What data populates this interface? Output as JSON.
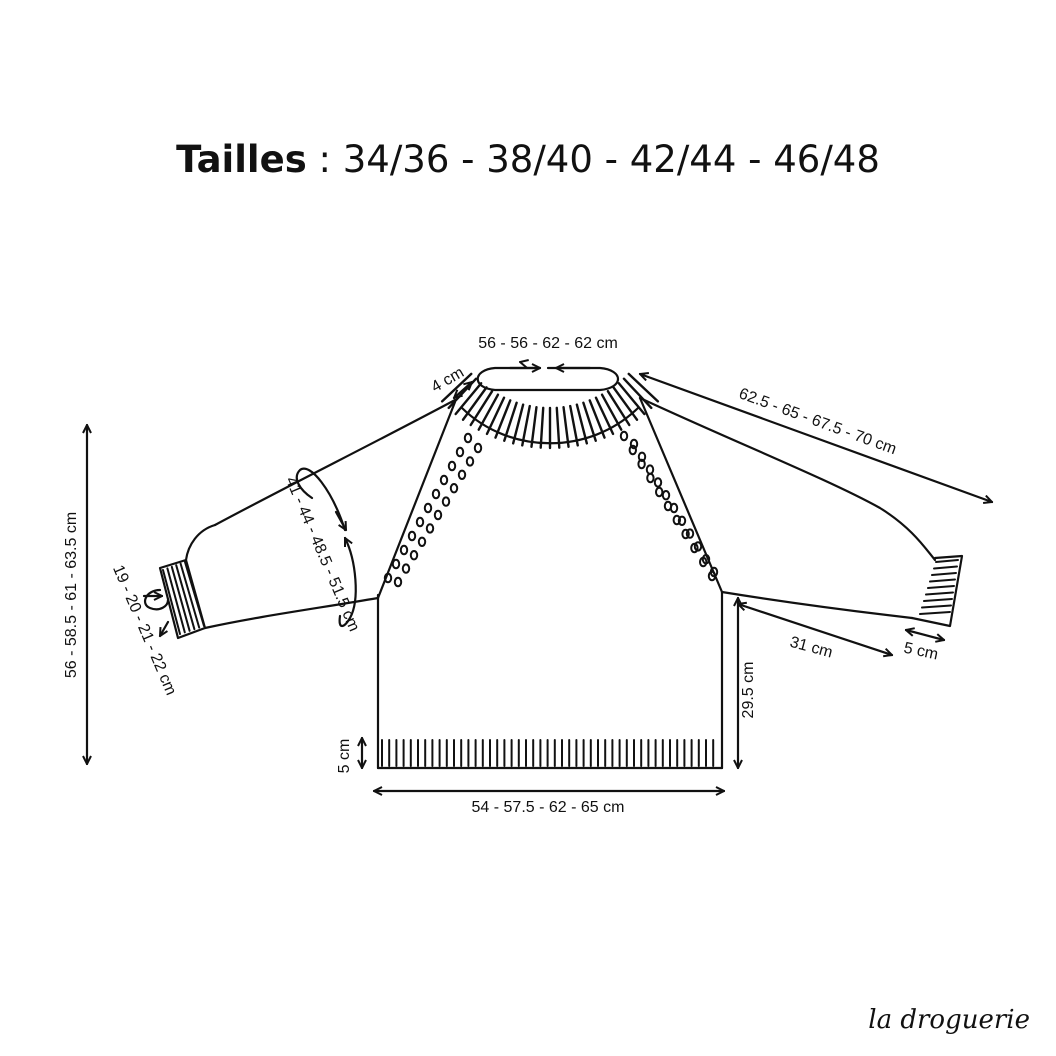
{
  "title": {
    "label": "Tailles",
    "separator": " : ",
    "sizes": "34/36 - 38/40 - 42/44 - 46/48"
  },
  "measurements": {
    "neck_circumference": "56 - 56 - 62 - 62 cm",
    "collar_depth": "4 cm",
    "sleeve_length": "62.5 - 65 - 67.5 - 70 cm",
    "total_length": "56 - 58.5 - 61 - 63.5 cm",
    "wrist": "19 - 20 - 21 - 22 cm",
    "arm": "41 - 44 - 48.5 - 51.5 cm",
    "underarm": "31 cm",
    "cuff": "5 cm",
    "body_height": "29.5 cm",
    "rib_height": "5 cm",
    "width": "54 - 57.5 - 62 - 65 cm"
  },
  "brand": "la droguerie",
  "colors": {
    "ink": "#111111",
    "background": "#ffffff"
  }
}
